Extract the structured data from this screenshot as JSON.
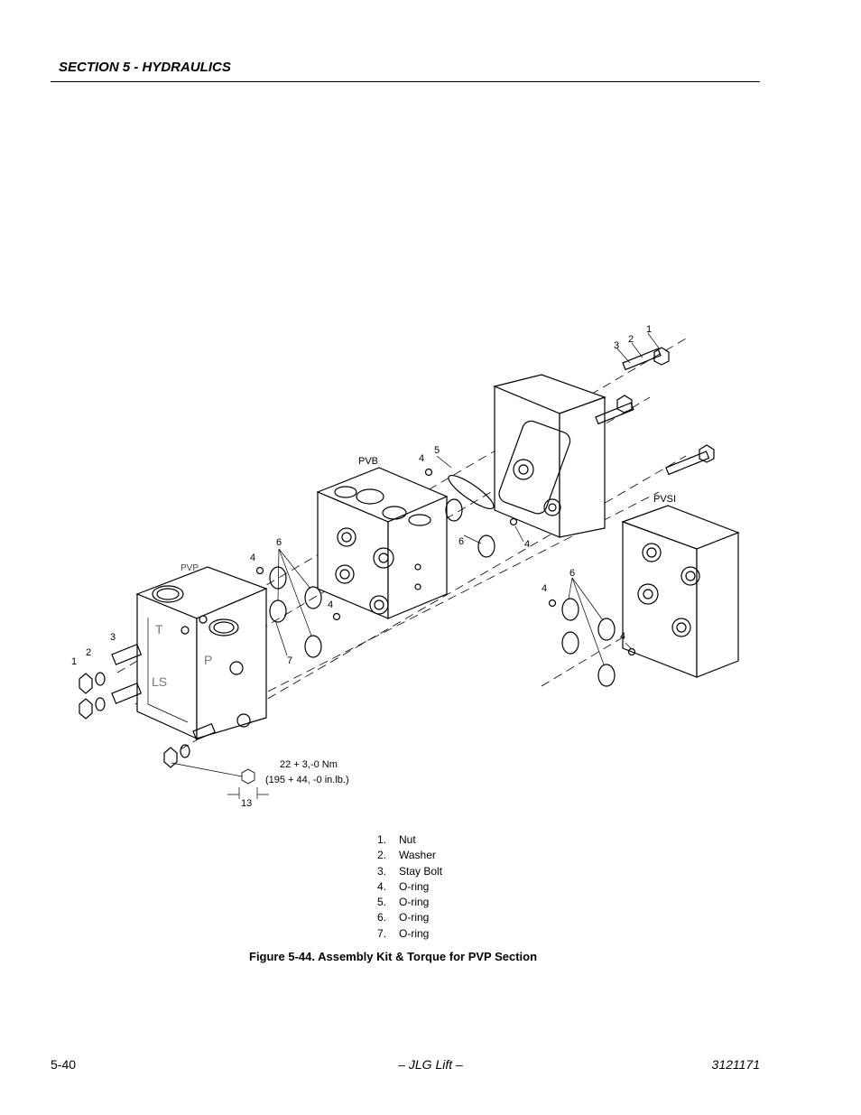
{
  "header": {
    "section_title": "SECTION 5 - HYDRAULICS"
  },
  "figure": {
    "labels": {
      "pvp": "PVP",
      "pvb": "PVB",
      "pvsi": "PVSI",
      "torque_line1": "22 + 3,-0 Nm",
      "torque_line2": "(195 + 44, -0 in.lb.)",
      "wrench_size": "13"
    },
    "callouts": {
      "n1": "1",
      "n2": "2",
      "n3": "3",
      "n4": "4",
      "n5": "5",
      "n6": "6",
      "n7": "7"
    },
    "port_letters": {
      "t": "T",
      "p": "P",
      "ls": "LS"
    }
  },
  "legend": [
    {
      "num": "1.",
      "label": "Nut"
    },
    {
      "num": "2.",
      "label": "Washer"
    },
    {
      "num": "3.",
      "label": "Stay Bolt"
    },
    {
      "num": "4.",
      "label": "O-ring"
    },
    {
      "num": "5.",
      "label": "O-ring"
    },
    {
      "num": "6.",
      "label": "O-ring"
    },
    {
      "num": "7.",
      "label": "O-ring"
    }
  ],
  "caption": "Figure 5-44.  Assembly Kit & Torque for PVP Section",
  "footer": {
    "page_number": "5-40",
    "center": "– JLG Lift –",
    "doc_number": "3121171"
  }
}
